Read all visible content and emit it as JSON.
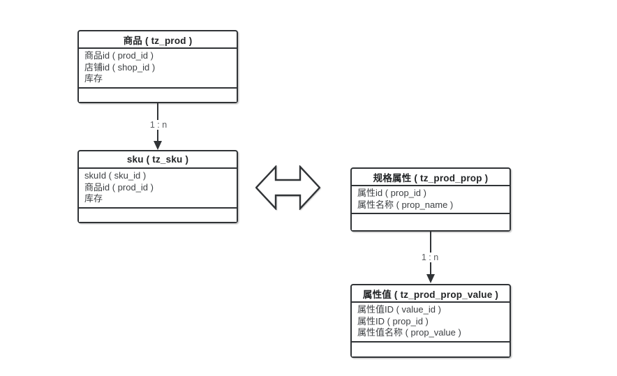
{
  "diagram": {
    "background_color": "#ffffff",
    "line_color": "#303336",
    "header_text_color": "#222426",
    "row_text_color": "#3c3f42",
    "cardinality_text_color": "#595c5f",
    "tables": [
      {
        "id": "prod",
        "title": "商品 ( tz_prod )",
        "rows": [
          "商品id ( prod_id )",
          "店铺id ( shop_id )",
          "库存"
        ]
      },
      {
        "id": "sku",
        "title": "sku ( tz_sku )",
        "rows": [
          "skuId ( sku_id )",
          "商品id ( prod_id )",
          "库存"
        ]
      },
      {
        "id": "prod_prop",
        "title": "规格属性 ( tz_prod_prop )",
        "rows": [
          "属性id ( prop_id )",
          "属性名称 ( prop_name )"
        ]
      },
      {
        "id": "prod_prop_value",
        "title": "属性值 ( tz_prod_prop_value )",
        "rows": [
          "属性值ID ( value_id )",
          "属性ID ( prop_id )",
          "属性值名称 ( prop_value )"
        ]
      }
    ],
    "connectors": [
      {
        "from": "prod",
        "to": "sku",
        "label": "1 : n",
        "direction": "down"
      },
      {
        "from": "prod_prop",
        "to": "prod_prop_value",
        "label": "1 : n",
        "direction": "down"
      }
    ],
    "relation_shape": "double-horizontal-arrow"
  }
}
